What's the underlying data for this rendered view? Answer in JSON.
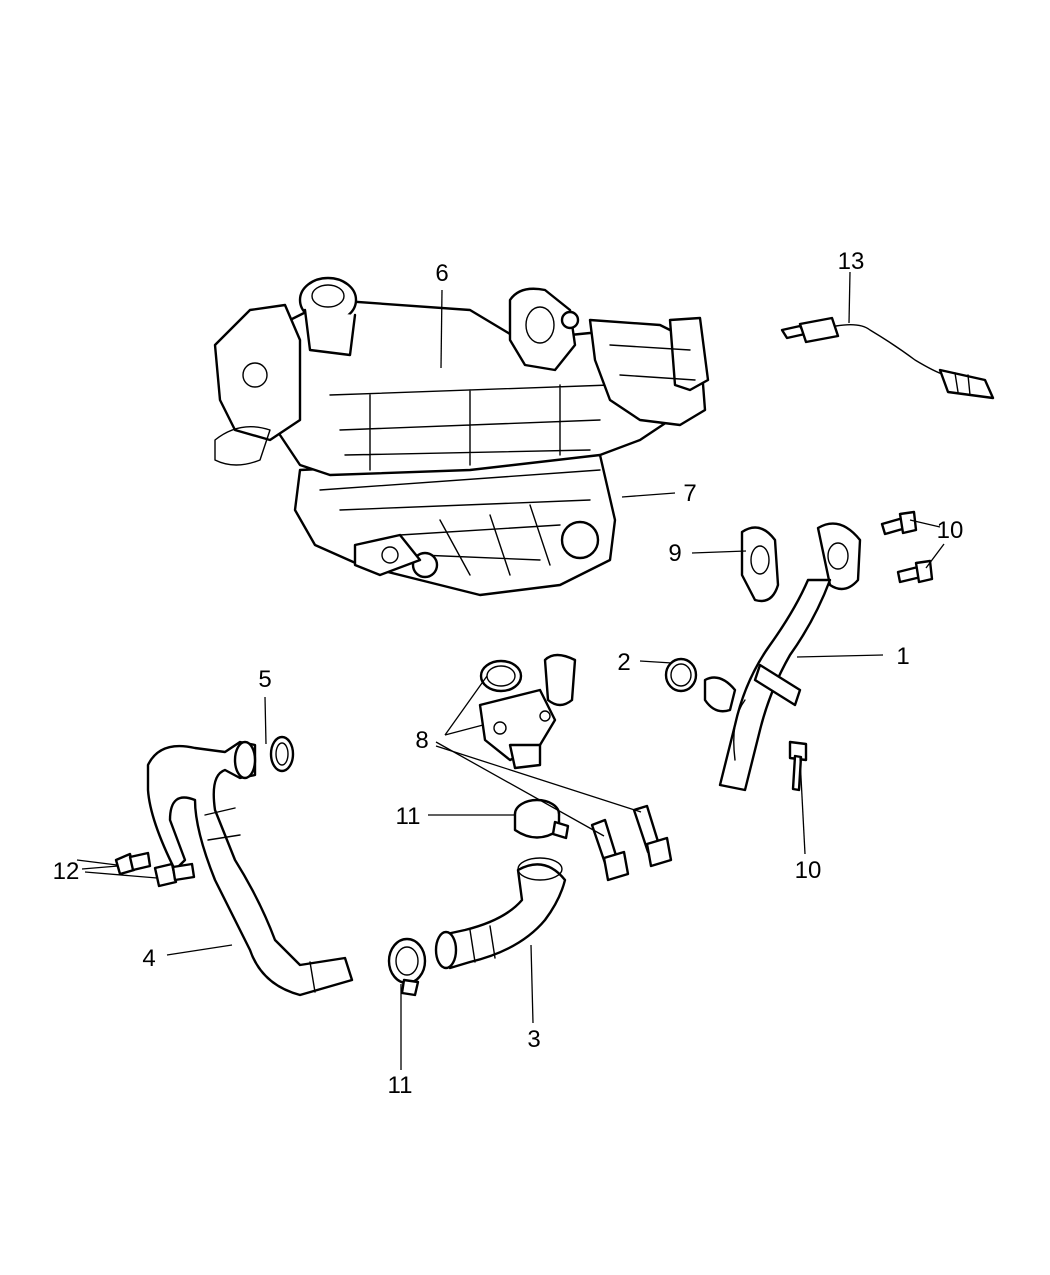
{
  "callouts": [
    {
      "key": "c1",
      "label": "1"
    },
    {
      "key": "c2",
      "label": "2"
    },
    {
      "key": "c3",
      "label": "3"
    },
    {
      "key": "c4",
      "label": "4"
    },
    {
      "key": "c5",
      "label": "5"
    },
    {
      "key": "c6",
      "label": "6"
    },
    {
      "key": "c7",
      "label": "7"
    },
    {
      "key": "c8",
      "label": "8"
    },
    {
      "key": "c9",
      "label": "9"
    },
    {
      "key": "c10a",
      "label": "10"
    },
    {
      "key": "c10b",
      "label": "10"
    },
    {
      "key": "c11a",
      "label": "11"
    },
    {
      "key": "c11b",
      "label": "11"
    },
    {
      "key": "c12",
      "label": "12"
    },
    {
      "key": "c13",
      "label": "13"
    }
  ]
}
